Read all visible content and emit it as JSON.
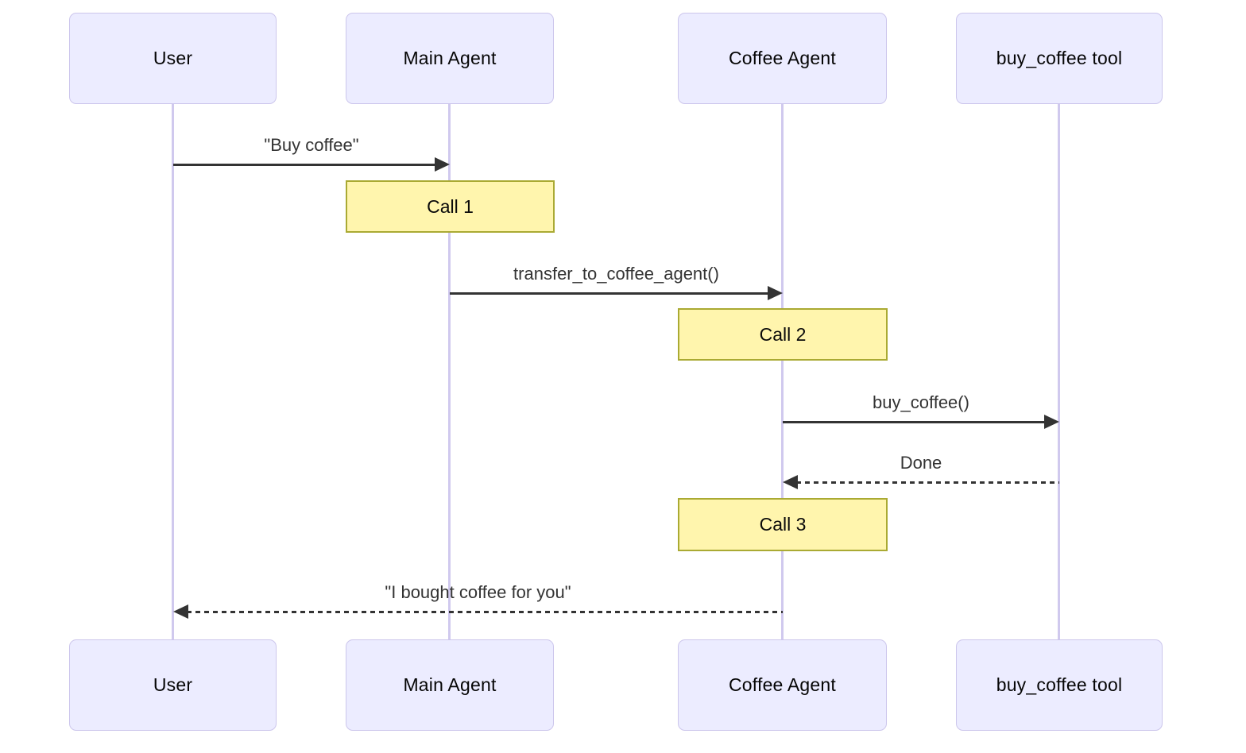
{
  "diagram": {
    "kind": "sequence-diagram",
    "actors": [
      {
        "id": "user",
        "label": "User"
      },
      {
        "id": "main-agent",
        "label": "Main Agent"
      },
      {
        "id": "coffee-agent",
        "label": "Coffee Agent"
      },
      {
        "id": "buy-coffee-tool",
        "label": "buy_coffee tool"
      }
    ],
    "messages": [
      {
        "from": "User",
        "to": "Main Agent",
        "label": "\"Buy coffee\"",
        "line": "solid",
        "direction": "right"
      },
      {
        "from": "Main Agent",
        "to": "Coffee Agent",
        "label": "transfer_to_coffee_agent()",
        "line": "solid",
        "direction": "right"
      },
      {
        "from": "Coffee Agent",
        "to": "buy_coffee tool",
        "label": "buy_coffee()",
        "line": "solid",
        "direction": "right"
      },
      {
        "from": "buy_coffee tool",
        "to": "Coffee Agent",
        "label": "Done",
        "line": "dashed",
        "direction": "left"
      },
      {
        "from": "Coffee Agent",
        "to": "User",
        "label": "\"I bought coffee for you\"",
        "line": "dashed",
        "direction": "left"
      }
    ],
    "notes": [
      {
        "over": "Main Agent",
        "label": "Call 1"
      },
      {
        "over": "Coffee Agent",
        "label": "Call 2"
      },
      {
        "over": "Coffee Agent",
        "label": "Call 3"
      }
    ],
    "colors": {
      "background": "#FFFFFF",
      "actor_fill": "#ECECFF",
      "actor_border": "#CCC6EC",
      "lifeline": "#D0C9EE",
      "note_fill": "#FFF5AD",
      "note_border": "#AAAA33",
      "arrow": "#333333",
      "message_text": "#333333",
      "actor_text": "#050505"
    }
  }
}
